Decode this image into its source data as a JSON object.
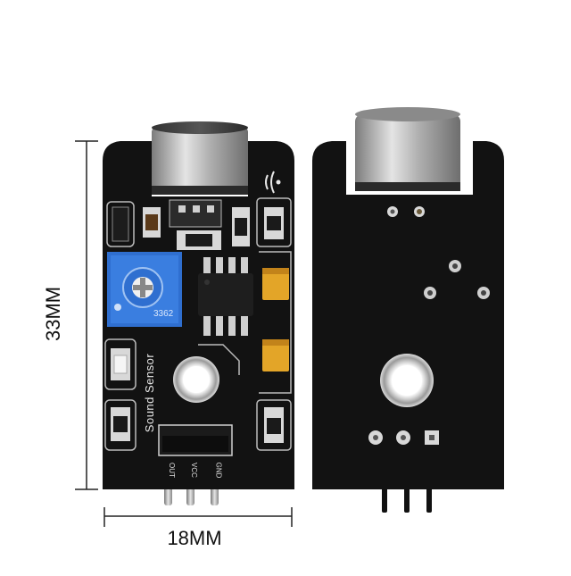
{
  "dimensions": {
    "height_label": "33MM",
    "width_label": "18MM"
  },
  "front_board": {
    "silkscreen": "Sound Sensor",
    "potentiometer_code": "3362",
    "pin_labels": [
      "OUT",
      "VCC",
      "GND"
    ],
    "icon": "sound-wave-icon"
  },
  "colors": {
    "pcb": "#111111",
    "potentiometer": "#2f6fd0",
    "capacitor": "#e3a528",
    "microphone": "#b8b8b8"
  }
}
